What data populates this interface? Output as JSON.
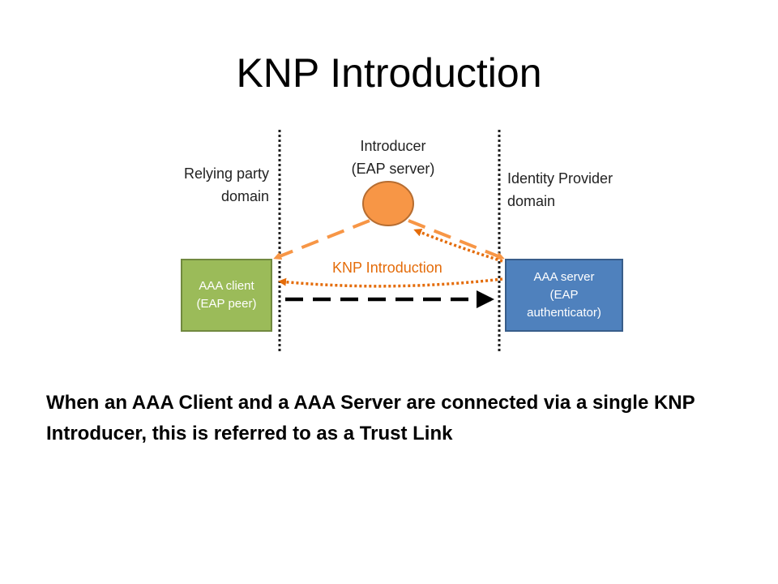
{
  "slide": {
    "title": "KNP Introduction",
    "caption": "When an AAA Client and a AAA Server are connected via a single KNP Introducer, this is referred to as a Trust Link"
  },
  "diagram": {
    "relying_party": {
      "line1": "Relying party",
      "line2": "domain"
    },
    "introducer": {
      "line1": "Introducer",
      "line2": "(EAP server)"
    },
    "identity_provider": {
      "line1": "Identity Provider",
      "line2": "domain"
    },
    "aaa_client": {
      "line1": "AAA client",
      "line2": "(EAP peer)"
    },
    "aaa_server": {
      "line1": "AAA server",
      "line2": "(EAP",
      "line3": "authenticator)"
    },
    "knp_label": "KNP Introduction",
    "colors": {
      "introducer_fill": "#f79646",
      "introducer_stroke": "#b66d31",
      "client_fill": "#9bbb59",
      "server_fill": "#4f81bd",
      "knp_orange": "#e46c0a",
      "dashed_orange": "#f79646",
      "domain_line": "#1f1f1f"
    }
  }
}
